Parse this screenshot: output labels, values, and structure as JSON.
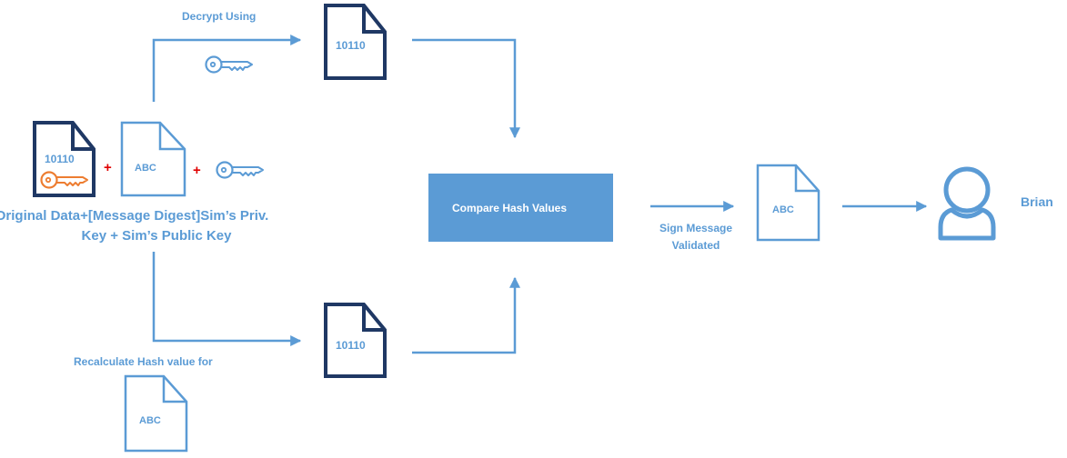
{
  "colors": {
    "light_blue": "#5b9bd5",
    "dark_navy": "#1f3864",
    "orange": "#ed7d31",
    "red": "#e00000",
    "box_text": "#ffffff"
  },
  "labels": {
    "decrypt_using": "Decrypt Using",
    "recalc_hash": "Recalculate Hash value for",
    "compare": "Compare Hash Values",
    "sign_validated_line1": "Sign Message",
    "sign_validated_line2": "Validated",
    "brian": "Brian",
    "original_line1": "Original Data+[Message Digest]Sim’s Priv.",
    "original_line2": "Key + Sim’s Public Key",
    "plus": "+"
  },
  "docs": {
    "orig_bits": "10110",
    "orig_abc": "ABC",
    "top_bits": "10110",
    "bottom_bits": "10110",
    "recalc_abc": "ABC",
    "result_abc": "ABC"
  },
  "icons": [
    "key-icon",
    "document-icon",
    "user-icon",
    "arrow-icon"
  ]
}
